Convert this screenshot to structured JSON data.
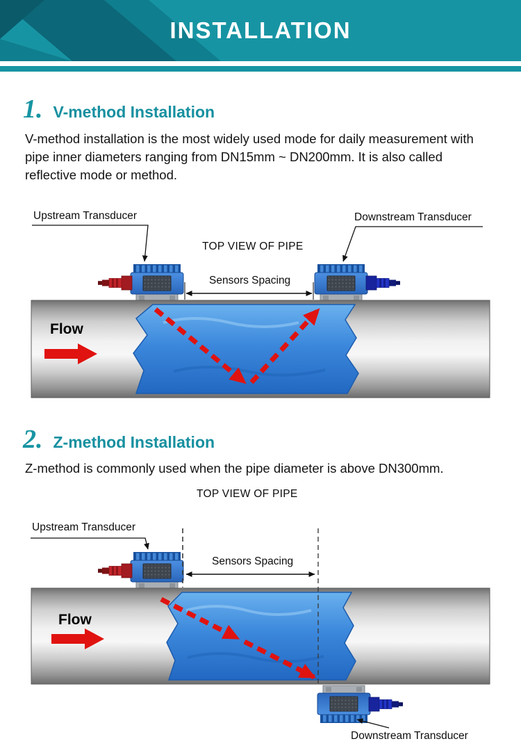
{
  "header": {
    "title": "INSTALLATION"
  },
  "sections": [
    {
      "number": "1.",
      "title": "V-method Installation",
      "body": "V-method installation is the most widely used mode for daily measurement with pipe inner diameters ranging from DN15mm ~ DN200mm. It is also called reflective mode or method.",
      "diagram": {
        "top_view_label": "TOP VIEW OF PIPE",
        "upstream_label": "Upstream Transducer",
        "downstream_label": "Downstream Transducer",
        "spacing_label": "Sensors Spacing",
        "flow_label": "Flow"
      }
    },
    {
      "number": "2.",
      "title": "Z-method Installation",
      "body": "Z-method is commonly used when the pipe diameter is above DN300mm.",
      "diagram": {
        "top_view_label": "TOP VIEW OF PIPE",
        "upstream_label": "Upstream Transducer",
        "downstream_label": "Downstream Transducer",
        "spacing_label": "Sensors Spacing",
        "flow_label": "Flow"
      }
    }
  ],
  "colors": {
    "accent_teal": "#1794a3",
    "banner_dark_teal": "#0c6778",
    "arrow_red": "#e01310",
    "transducer_blue": "#2e6fc4",
    "connector_red": "#c4242a",
    "connector_blue": "#2334c8",
    "water_blue": "#3a86d8",
    "pipe_gray": "#c0c0c0"
  }
}
